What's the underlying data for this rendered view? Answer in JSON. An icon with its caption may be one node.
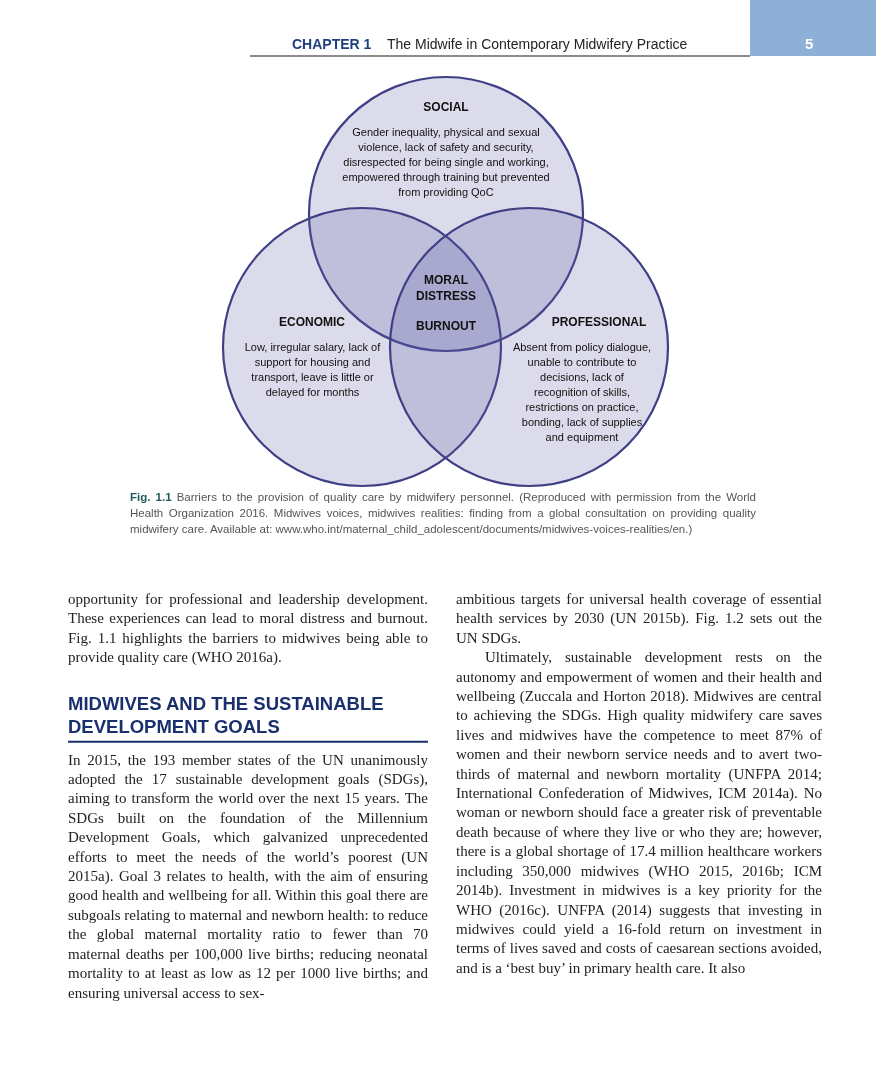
{
  "diagram": {
    "caption": "**Fig. 1.1** Barriers to the provision of quality care by midwifery personnel. (Reproduced with permission from the World Health Organization 2016. Midwives voices, midwives realities: finding from a global consultation on providing quality midwifery care. Available at: www.who.int/maternal_child_adolescent/documents/midwives-voices-realities/en.)",
    "nodes": [
      {
        "text": [
          "SOCIAL",
          "Gender inequality, physical and sexual violence, lack of safety and security, disrespected for being single and working, empowered through training but prevented from providing QoC"
        ]
      },
      {
        "text": [
          "ECONOMIC",
          "Low, irregular salary, lack of support for housing and transport, leave is little or delayed for months"
        ]
      },
      {
        "text": [
          "PROFESSIONAL",
          "Absent from policy dialogue, unable to contribute to decisions, lack of recognition of skills, restrictions on practice, bonding, lack of supplies and equipment"
        ]
      }
    ],
    "edges": [],
    "labels": [
      "CHAPTER 1",
      "The Midwife in Contemporary Midwifery Practice",
      "5",
      "MORAL DISTRESS",
      "BURNOUT",
      "opportunity for professional and leadership development. These experiences can lead to moral distress and burnout. Fig. 1.1 highlights the barriers to midwives being able to provide quality care (WHO 2016a).",
      "MIDWIVES AND THE SUSTAINABLE DEVELOPMENT GOALS",
      "In 2015, the 193 member states of the UN unanimously adopted the 17 sustainable development goals (SDGs), aiming to transform the world over the next 15 years. The SDGs built on the foundation of the Millennium Development Goals, which galvanized unprecedented efforts to meet the needs of the world’s poorest (UN 2015a). Goal 3 relates to health, with the aim of ensuring good health and wellbeing for all. Within this goal there are subgoals relating to maternal and newborn health: to reduce the global maternal mortality ratio to fewer than 70 maternal deaths per 100,000 live births; reducing neonatal mortality to at least as low as 12 per 1000 live births; and ensuring universal access to sex-",
      "ambitious targets for universal health coverage of essential health services by 2030 (UN 2015b). Fig. 1.2 sets out the UN SDGs.",
      "Ultimately, sustainable development rests on the autonomy and empowerment of women and their health and wellbeing (Zuccala and Horton 2018). Midwives are central to achieving the SDGs. High quality midwifery care saves lives and midwives have the competence to meet 87% of women and their newborn service needs and to avert two-thirds of maternal and newborn mortality (UNFPA 2014; International Confederation of Midwives, ICM 2014a). No woman or newborn should face a greater risk of preventable death because of where they live or who they are; however, there is a global shortage of 17.4 million healthcare workers including 350,000 midwives (WHO 2015, 2016b; ICM 2014b). Investment in midwives is a key priority for the WHO (2016c). UNFPA (2014) suggests that investing in midwives could yield a 16-fold return on investment in terms of lives saved and costs of caesarean sections avoided, and is a ‘best buy’ in primary health care. It also"
    ]
  }
}
